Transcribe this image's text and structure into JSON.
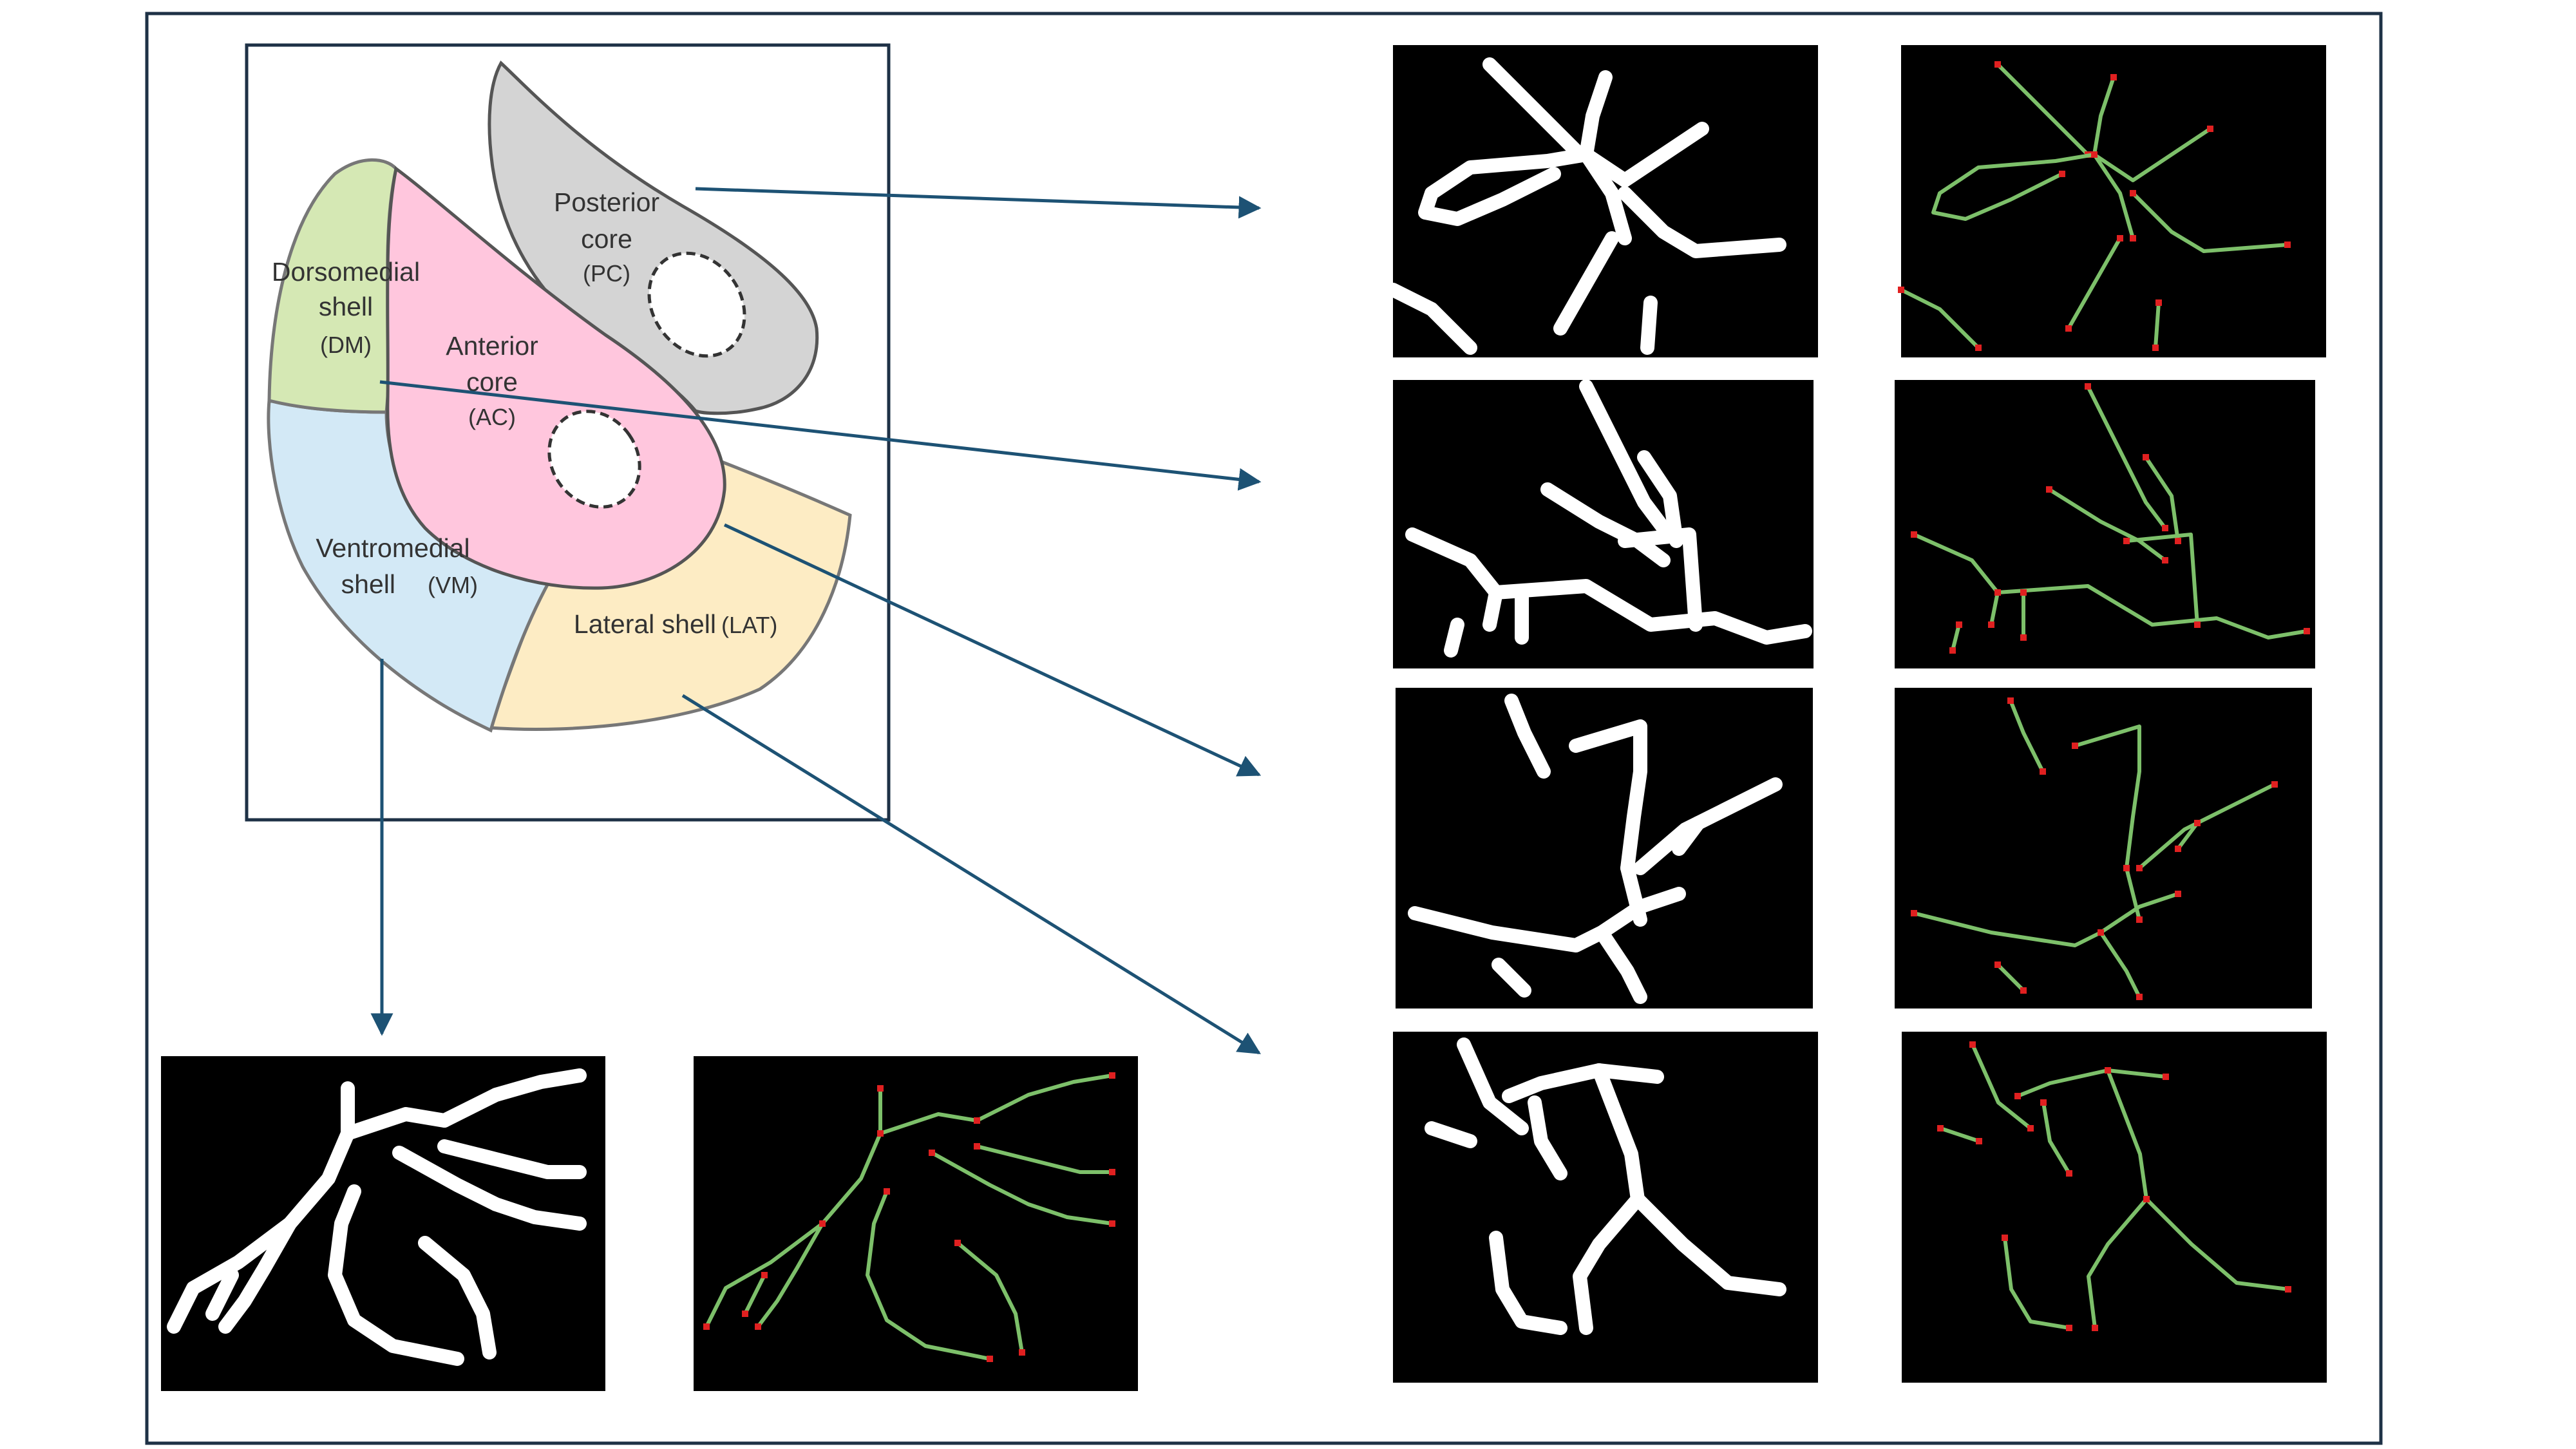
{
  "regions": {
    "posterior_core": {
      "line1": "Posterior",
      "line2": "core",
      "abbr": "(PC)",
      "color": "#d4d4d4"
    },
    "dorsomedial_shell": {
      "line1": "Dorsomedial",
      "line2": "shell",
      "abbr": "(DM)",
      "color": "#d5e8b4"
    },
    "anterior_core": {
      "line1": "Anterior",
      "line2": "core",
      "abbr": "(AC)",
      "color": "#ffc6dd"
    },
    "ventromedial_shell": {
      "line1": "Ventromedial",
      "line2": "shell",
      "abbr": "(VM)",
      "color": "#d3e9f6"
    },
    "lateral_shell": {
      "line1": "Lateral shell",
      "abbr": "(LAT)",
      "color": "#fdecc4"
    }
  },
  "colors": {
    "arrow": "#1d5274",
    "frame": "#1e3146",
    "skeleton_line": "#7dc06a",
    "skeleton_node": "#e02020",
    "panel_background": "#000000",
    "mask_fill": "#ffffff"
  },
  "panels": [
    {
      "region": "posterior_core",
      "binary": "binary-mask",
      "skeleton": "skeleton-graph"
    },
    {
      "region": "dorsomedial_shell",
      "binary": "binary-mask",
      "skeleton": "skeleton-graph"
    },
    {
      "region": "anterior_core",
      "binary": "binary-mask",
      "skeleton": "skeleton-graph"
    },
    {
      "region": "lateral_shell",
      "binary": "binary-mask",
      "skeleton": "skeleton-graph"
    },
    {
      "region": "ventromedial_shell",
      "binary": "binary-mask",
      "skeleton": "skeleton-graph"
    }
  ]
}
